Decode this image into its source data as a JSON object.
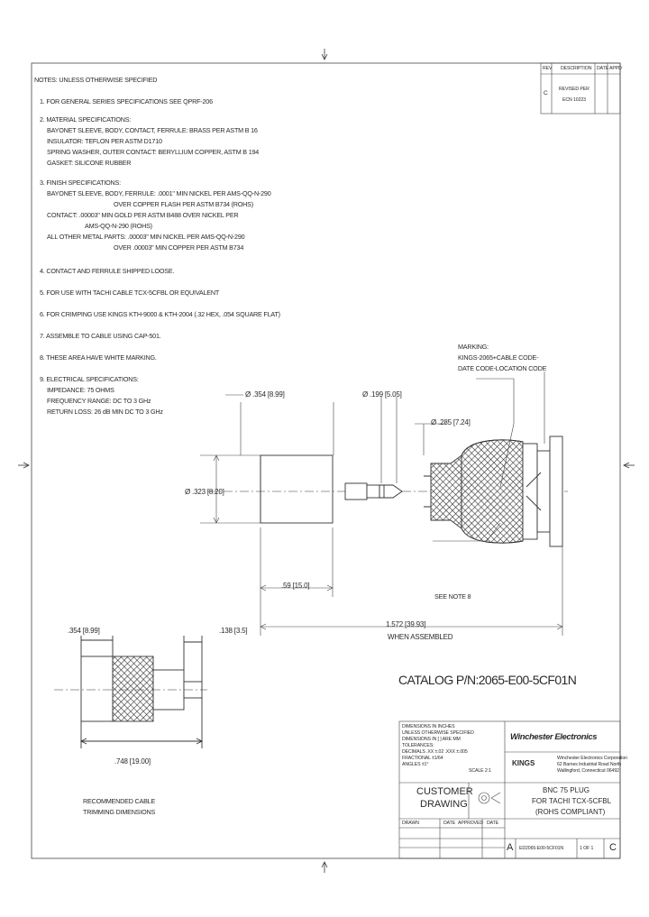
{
  "notes": {
    "header": "NOTES: UNLESS OTHERWISE SPECIFIED",
    "n1": "1. FOR GENERAL SERIES SPECIFICATIONS SEE QPRF-206",
    "n2_title": "2. MATERIAL SPECIFICATIONS:",
    "n2_a": "BAYONET SLEEVE, BODY, CONTACT, FERRULE: BRASS PER ASTM B 16",
    "n2_b": "INSULATOR: TEFLON PER ASTM D1710",
    "n2_c": "SPRING WASHER, OUTER CONTACT: BERYLLIUM COPPER, ASTM B 194",
    "n2_d": "GASKET: SILICONE RUBBER",
    "n3_title": "3. FINISH SPECIFICATIONS:",
    "n3_a": "BAYONET SLEEVE, BODY, FERRULE: .0001\" MIN NICKEL PER AMS-QQ-N-290",
    "n3_b": "OVER COPPER FLASH PER ASTM B734 (ROHS)",
    "n3_c": "CONTACT: .00003\" MIN GOLD PER ASTM B488 OVER NICKEL PER",
    "n3_d": "AMS-QQ-N-290 (ROHS)",
    "n3_e": "ALL OTHER METAL PARTS: .00003\" MIN NICKEL PER AMS-QQ-N-290",
    "n3_f": "OVER .00003\" MIN COPPER PER ASTM B734",
    "n4": "4. CONTACT AND FERRULE SHIPPED LOOSE.",
    "n5": "5. FOR USE WITH TACHI CABLE TCX-5CFBL OR EQUIVALENT",
    "n6": "6. FOR CRIMPING USE KINGS KTH-9000 & KTH-2004 (.32 HEX, .054 SQUARE FLAT)",
    "n7": "7. ASSEMBLE TO CABLE USING CAP-501.",
    "n8": "8. THESE AREA HAVE WHITE MARKING.",
    "n9_title": "9. ELECTRICAL SPECIFICATIONS:",
    "n9_a": "IMPEDANCE: 75 OHMS",
    "n9_b": "FREQUENCY RANGE: DC TO 3 GHz",
    "n9_c": "RETURN LOSS: 26 dB MIN DC TO 3 GHz"
  },
  "revision": {
    "h_rev": "REV",
    "h_desc": "DESCRIPTION",
    "h_date": "DATE",
    "h_appd": "APPD",
    "rev": "C",
    "desc1": "REVISED PER",
    "desc2": "ECN 10223"
  },
  "dims": {
    "d1": "Ø .354 [8.99]",
    "d2": "Ø .199 [5.05]",
    "d3": "Ø .285 [7.24]",
    "d4": "Ø .323 [8.20]",
    "d5": ".59 [15.0]",
    "d6": "1.572 [39.93]",
    "d6b": "WHEN ASSEMBLED",
    "d7": ".354 [8.99]",
    "d8": ".138 [3.5]",
    "d9": ".748 [19.00]"
  },
  "callouts": {
    "marking1": "MARKING:",
    "marking2": "KINGS-2065+CABLE CODE-",
    "marking3": "DATE CODE-LOCATION CODE",
    "seenote": "SEE NOTE 8",
    "rec1": "RECOMMENDED CABLE",
    "rec2": "TRIMMING DIMENSIONS"
  },
  "catalog": "CATALOG P/N:2065-E00-5CF01N",
  "titleblock": {
    "company": "Winchester Electronics",
    "addr1": "Winchester Electronics Corporation",
    "addr2": "62 Barnes Industrial Road North",
    "addr3": "Wallingford, Connecticut 06492",
    "brand": "KINGS",
    "customer1": "CUSTOMER",
    "customer2": "DRAWING",
    "title1": "BNC 75 PLUG",
    "title2": "FOR TACHI TCX-5CFBL",
    "title3": "(ROHS COMPLIANT)",
    "tol1": "DIMENSIONS IN INCHES",
    "tol2": "UNLESS OTHERWISE SPECIFIED",
    "tol3": "DIMENSIONS IN [ ] ARE MM",
    "tol4": "TOLERANCES:",
    "tol5": "DECIMALS .XX ±.02   .XXX ±.005",
    "tol6": "FRACTIONAL ±1/64",
    "tol7": "ANGLES ±1°",
    "tol8": "SCALE 2:1",
    "drawn": "DRAWN",
    "date": "DATE",
    "approved": "APPROVED",
    "date2": "DATE",
    "size": "A",
    "dwgno": "ED2065-E00-5CF01N",
    "sheet": "1 OF 1",
    "rev": "C"
  },
  "colors": {
    "line": "#3a3a3a",
    "hatch": "#555555"
  }
}
